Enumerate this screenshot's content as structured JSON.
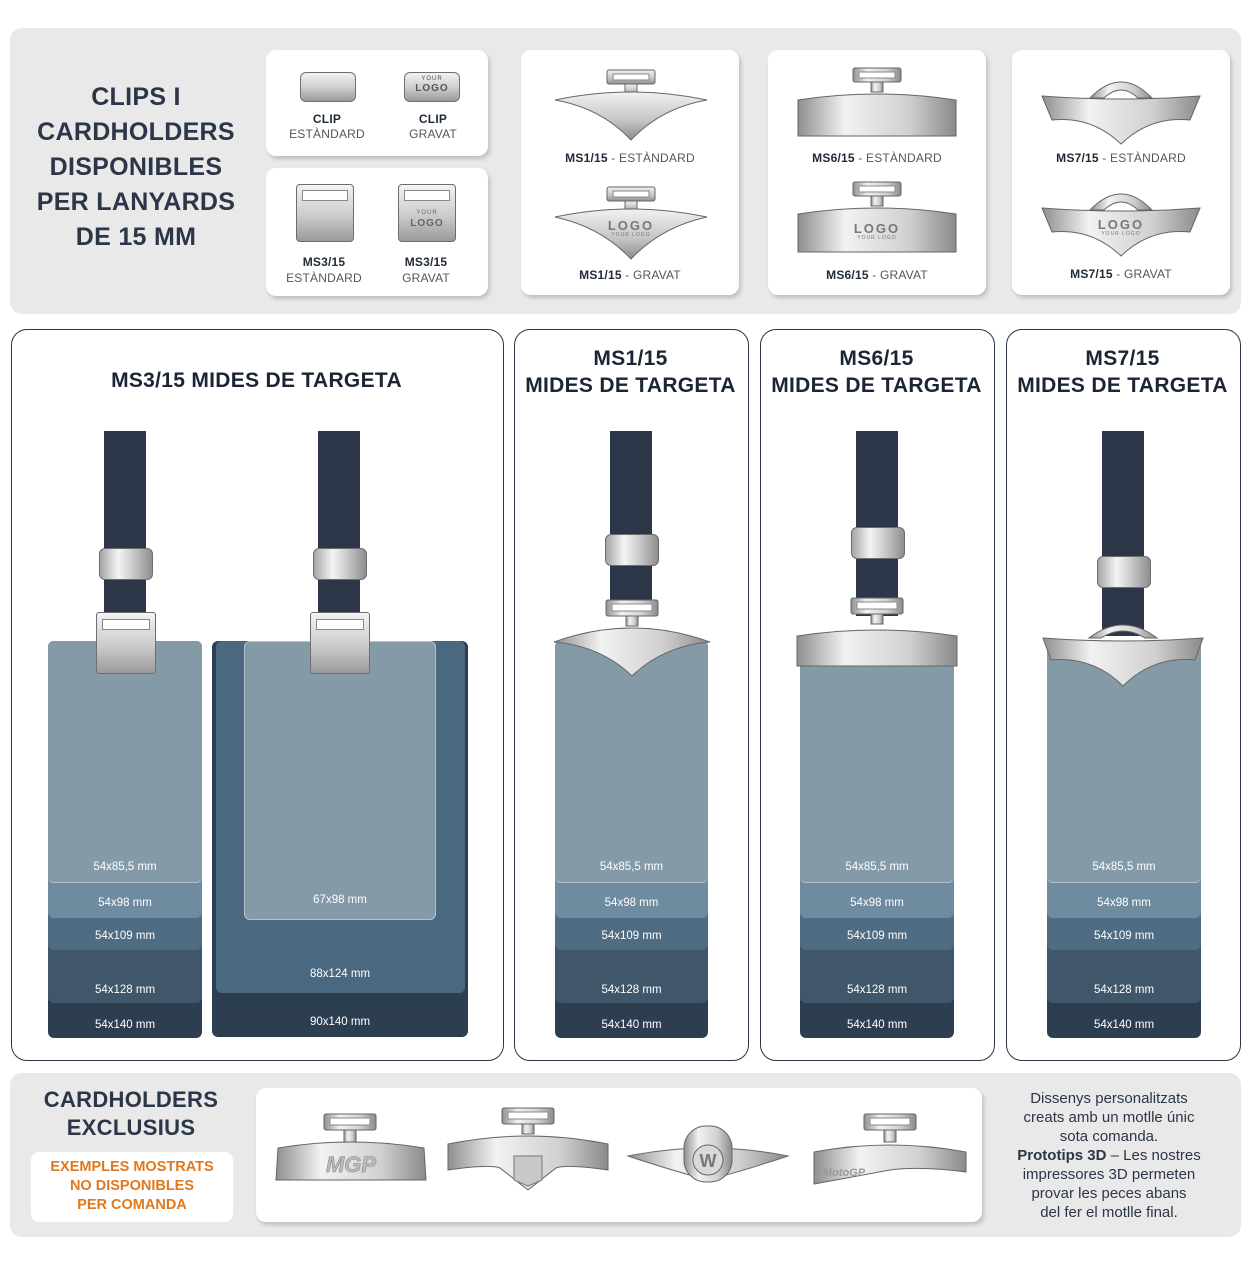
{
  "top": {
    "title_lines": [
      "CLIPS I",
      "CARDHOLDERS",
      "DISPONIBLES",
      "PER LANYARDS",
      "DE 15 MM"
    ],
    "clip_card": {
      "items": [
        {
          "code": "CLIP",
          "variant": "ESTÀNDARD"
        },
        {
          "code": "CLIP",
          "variant": "GRAVAT",
          "engrave_small": "YOUR",
          "engrave_big": "LOGO"
        }
      ]
    },
    "ms3_card": {
      "items": [
        {
          "code": "MS3/15",
          "variant": "ESTÀNDARD"
        },
        {
          "code": "MS3/15",
          "variant": "GRAVAT",
          "engrave_small": "YOUR",
          "engrave_big": "LOGO"
        }
      ]
    },
    "ms1_card": {
      "standard_code": "MS1/15",
      "standard_variant": " - ESTÀNDARD",
      "engraved_code": "MS1/15",
      "engraved_variant": " - GRAVAT"
    },
    "ms6_card": {
      "standard_code": "MS6/15",
      "standard_variant": " - ESTÀNDARD",
      "engraved_code": "MS6/15",
      "engraved_variant": " - GRAVAT"
    },
    "ms7_card": {
      "standard_code": "MS7/15",
      "standard_variant": " - ESTÀNDARD",
      "engraved_code": "MS7/15",
      "engraved_variant": " - GRAVAT"
    },
    "engrave_logo": {
      "big": "LOGO",
      "small": "YOUR LOGO"
    }
  },
  "sizes": {
    "ms3": {
      "title": "MS3/15 MIDES DE TARGETA",
      "left_sizes": [
        "54x85,5 mm",
        "54x98 mm",
        "54x109 mm",
        "54x128 mm",
        "54x140 mm"
      ],
      "right_sizes": [
        "67x98 mm",
        "88x124 mm",
        "90x140 mm"
      ]
    },
    "ms1": {
      "title_1": "MS1/15",
      "title_2": "MIDES DE TARGETA",
      "sizes": [
        "54x85,5 mm",
        "54x98 mm",
        "54x109 mm",
        "54x128 mm",
        "54x140 mm"
      ]
    },
    "ms6": {
      "title_1": "MS6/15",
      "title_2": "MIDES DE TARGETA",
      "sizes": [
        "54x85,5 mm",
        "54x98 mm",
        "54x109 mm",
        "54x128 mm",
        "54x140 mm"
      ]
    },
    "ms7": {
      "title_1": "MS7/15",
      "title_2": "MIDES DE TARGETA",
      "sizes": [
        "54x85,5 mm",
        "54x98 mm",
        "54x109 mm",
        "54x128 mm",
        "54x140 mm"
      ]
    }
  },
  "exclusive": {
    "title_1": "CARDHOLDERS",
    "title_2": "EXCLUSIUS",
    "notice_lines": [
      "EXEMPLES MOSTRATS",
      "NO DISPONIBLES",
      "PER COMANDA"
    ],
    "desc_lines": [
      "Dissenys personalitzats",
      "creats amb un motlle únic",
      "sota comanda."
    ],
    "proto_bold": "Prototips 3D",
    "proto_rest": " – Les nostres",
    "proto_lines": [
      "impressores 3D permeten",
      "provar  les peces abans",
      "del fer el motlle final."
    ],
    "engravings": [
      "MGP",
      "",
      "W",
      "MotoGP"
    ]
  },
  "colors": {
    "navy": "#2b3648",
    "card_light": "#859aa7",
    "card_1": "#6f8b9f",
    "card_2": "#4f6c82",
    "card_3": "#3f566b",
    "card_4": "#2e3e51",
    "accent_orange": "#e0781e",
    "panel_gray": "#e9e9e9"
  }
}
